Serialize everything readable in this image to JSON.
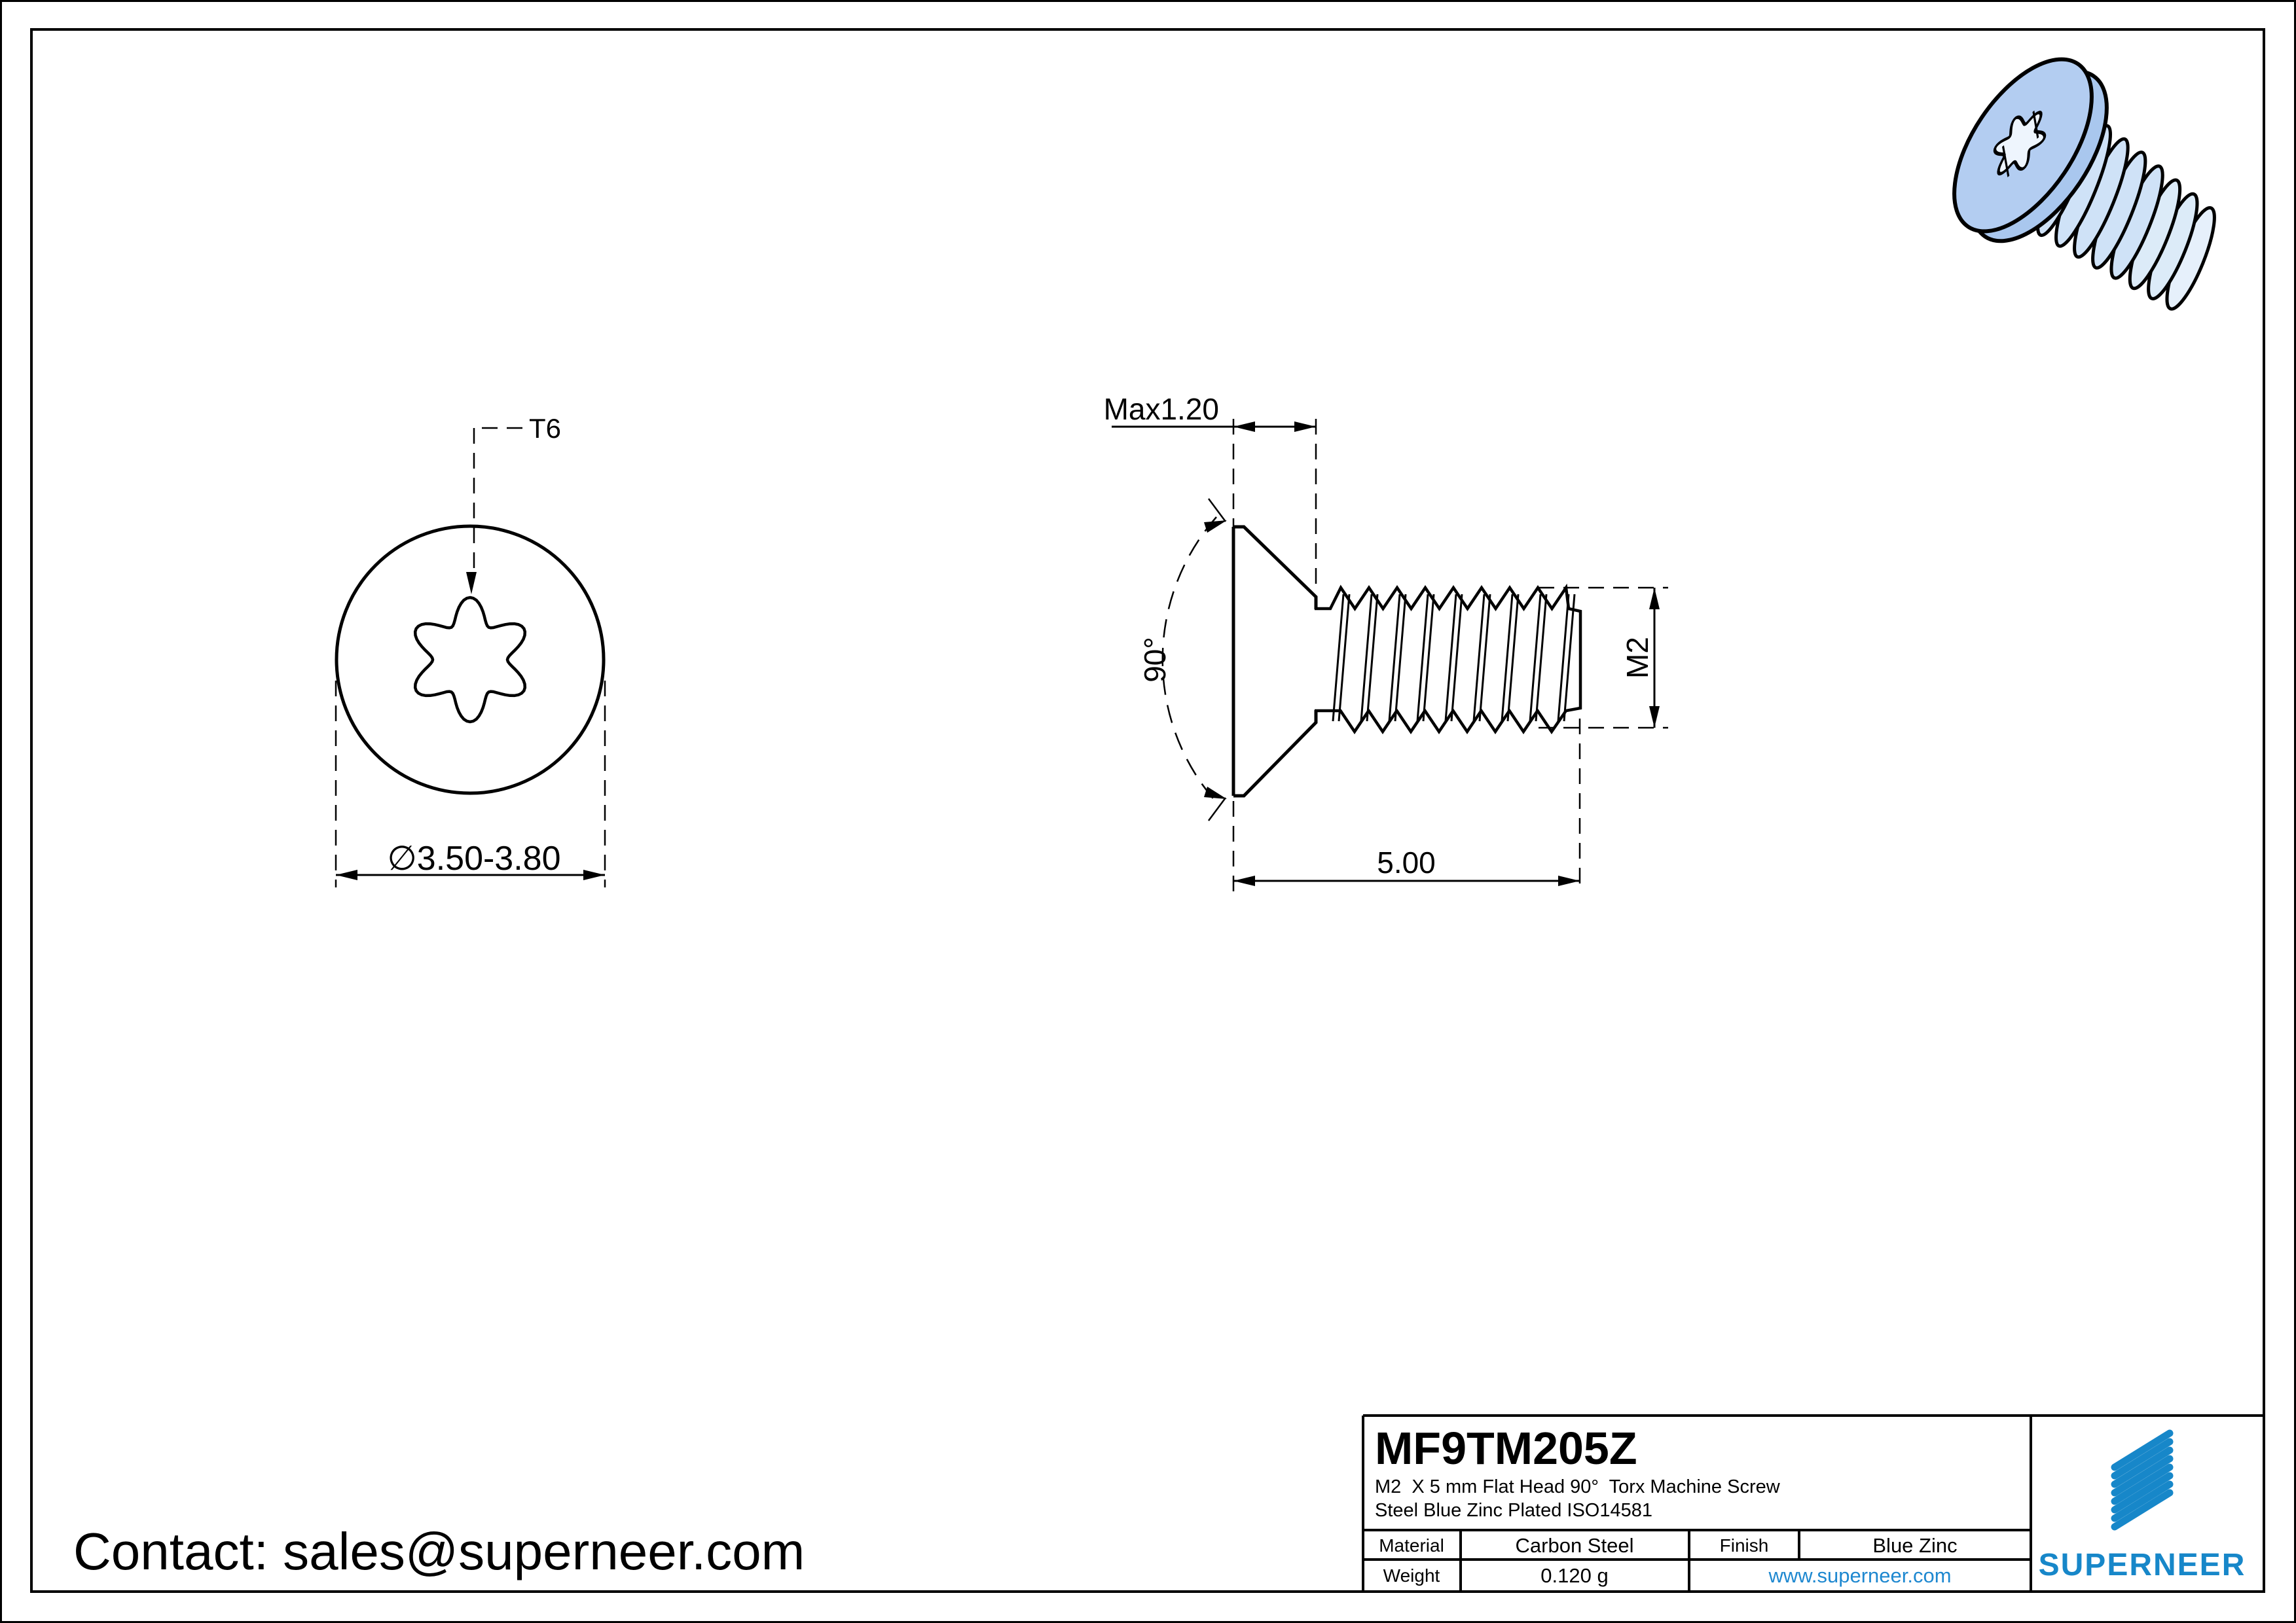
{
  "colors": {
    "line": "#000000",
    "brand_blue": "#1787c9",
    "link_blue": "#1e88d0",
    "screw_head_fill": "#b3cdf1",
    "screw_band_fill": "#cfe2f7",
    "screw_band_light": "#e6f0fb",
    "screw_socket_fill": "#eef5fd"
  },
  "views": {
    "front": {
      "drive": "T6",
      "diameter": "∅3.50-3.80"
    },
    "side": {
      "head_height": "Max1.20",
      "angle": "90°",
      "thread": "M2",
      "length": "5.00"
    }
  },
  "title_block": {
    "part_number": "MF9TM205Z",
    "description_line1": "M2  X 5 mm Flat Head 90°  Torx Machine Screw",
    "description_line2": "Steel Blue Zinc Plated ISO14581",
    "material_label": "Material",
    "material_value": "Carbon Steel",
    "finish_label": "Finish",
    "finish_value": "Blue Zinc",
    "weight_label": "Weight",
    "weight_value": "0.120 g",
    "website": "www.superneer.com",
    "brand": "SUPERNEER"
  },
  "footer": {
    "contact": "Contact: sales@superneer.com"
  }
}
